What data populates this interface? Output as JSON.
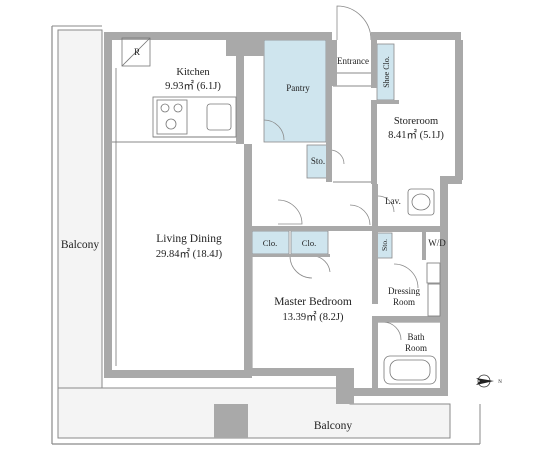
{
  "colors": {
    "wall": "#a9a9a9",
    "storage": "#cfe5ee",
    "balcony": "#f4f4f4",
    "line": "#8a8a8a"
  },
  "rooms": {
    "kitchen": {
      "name": "Kitchen",
      "area": "9.93㎡ (6.1J)"
    },
    "refrigerator": {
      "name": "R"
    },
    "pantry": {
      "name": "Pantry"
    },
    "entrance": {
      "name": "Entrance"
    },
    "shoe_closet": {
      "name": "Shoe Clo."
    },
    "storeroom": {
      "name": "Storeroom",
      "area": "8.41㎡ (5.1J)"
    },
    "storage_small": {
      "name": "Sto."
    },
    "lavatory": {
      "name": "Lav."
    },
    "living_dining": {
      "name": "Living Dining",
      "area": "29.84㎡ (18.4J)"
    },
    "closet_1": {
      "name": "Clo."
    },
    "closet_2": {
      "name": "Clo."
    },
    "storage_bath": {
      "name": "Sto."
    },
    "washer_dryer": {
      "name": "W/D"
    },
    "dressing_room": {
      "name_line1": "Dressing",
      "name_line2": "Room"
    },
    "master_bedroom": {
      "name": "Master Bedroom",
      "area": "13.39㎡ (8.2J)"
    },
    "bath_room": {
      "name_line1": "Bath",
      "name_line2": "Room"
    },
    "balcony_west": {
      "name": "Balcony"
    },
    "balcony_south": {
      "name": "Balcony"
    }
  },
  "compass": {
    "label": "N"
  }
}
